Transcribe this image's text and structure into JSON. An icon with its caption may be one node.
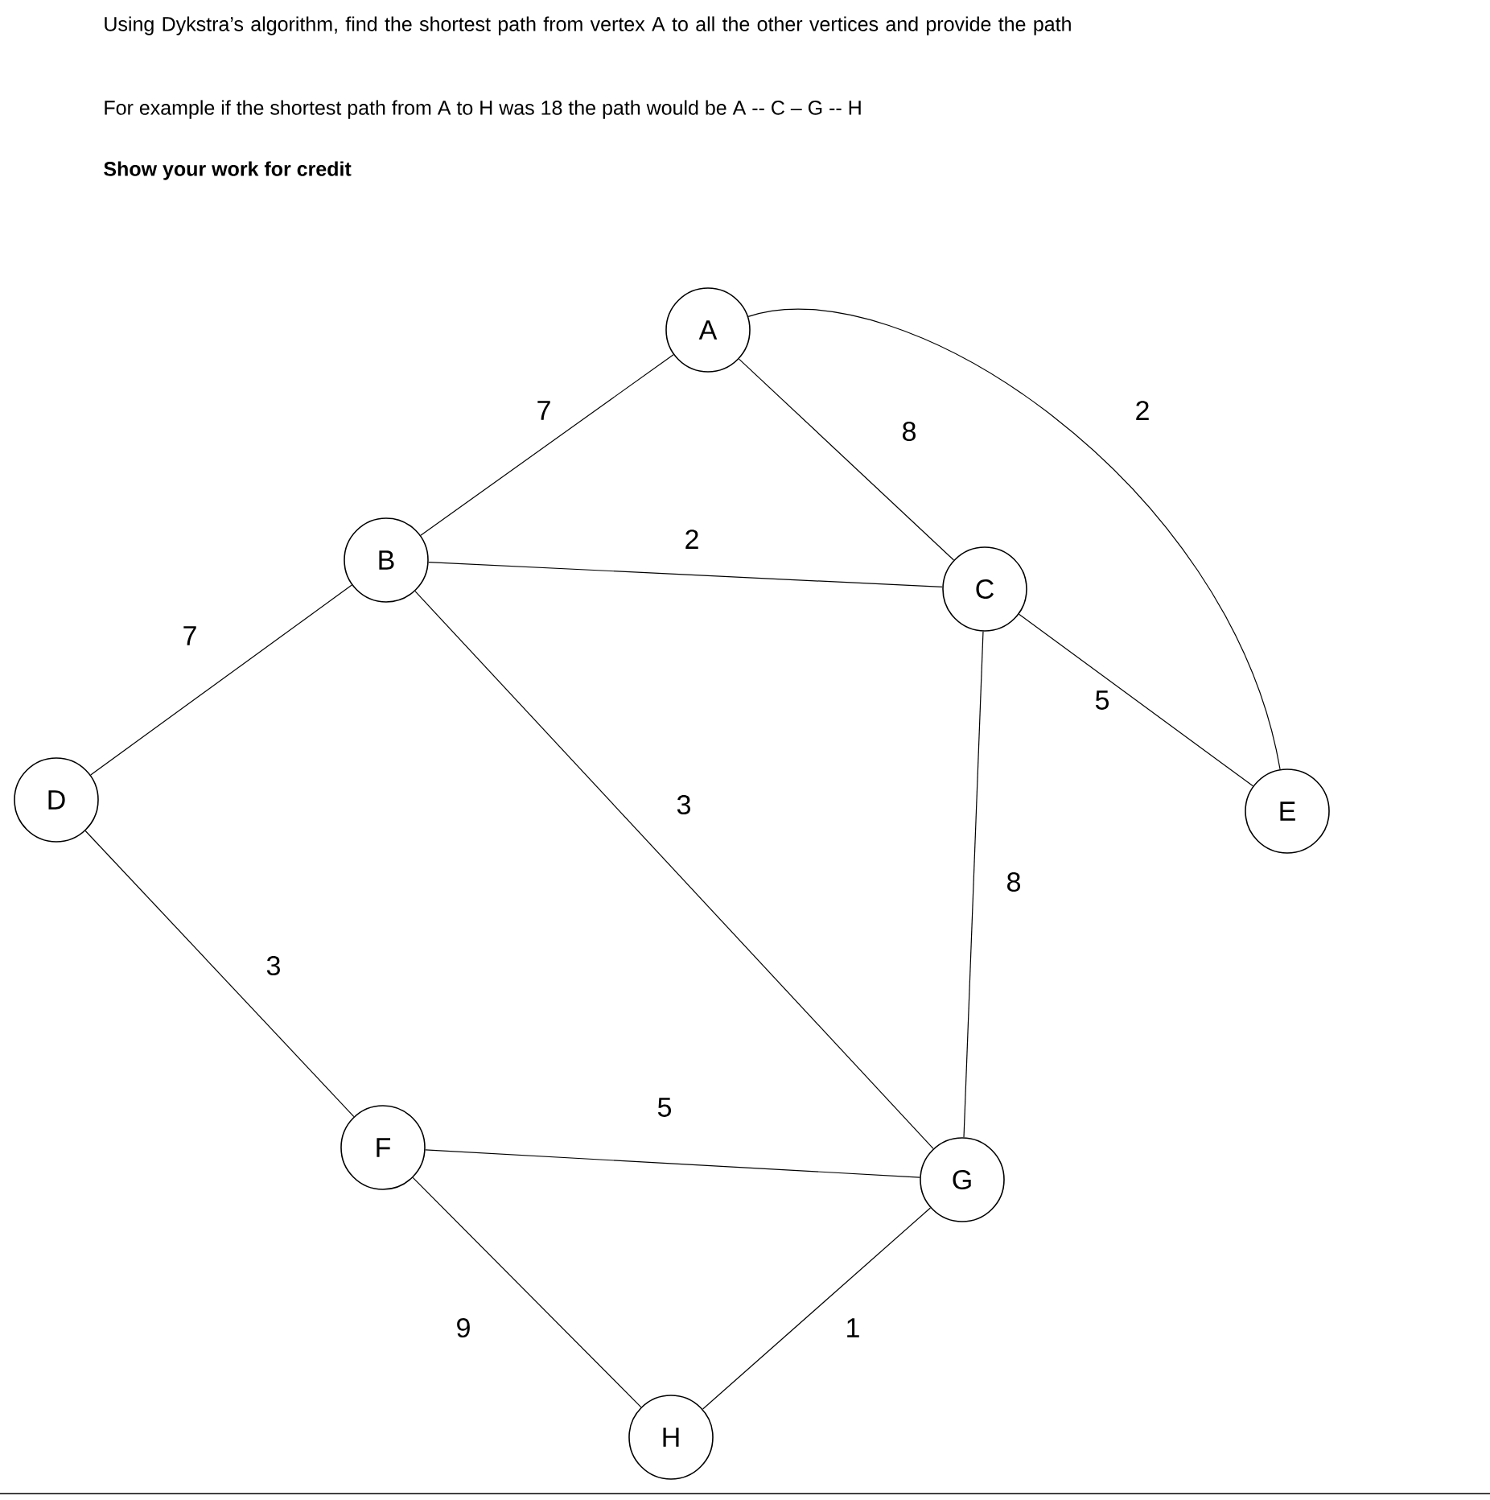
{
  "diagram": {
    "title": "Using Dykstra’s algorithm, find the shortest path from vertex A to all the other vertices and provide the path",
    "nodes": [
      {
        "text": [
          "A"
        ]
      },
      {
        "text": [
          "B"
        ]
      },
      {
        "text": [
          "C"
        ]
      },
      {
        "text": [
          "D"
        ]
      },
      {
        "text": [
          "E"
        ]
      },
      {
        "text": [
          "F"
        ]
      },
      {
        "text": [
          "G"
        ]
      },
      {
        "text": [
          "H"
        ]
      }
    ],
    "edges": [
      {
        "from": 0,
        "to": 1,
        "arrow": "none",
        "label": "7"
      },
      {
        "from": 0,
        "to": 2,
        "arrow": "none",
        "label": "8"
      },
      {
        "from": 0,
        "to": 4,
        "arrow": "none",
        "label": "2"
      },
      {
        "from": 1,
        "to": 2,
        "arrow": "none",
        "label": "2"
      },
      {
        "from": 1,
        "to": 6,
        "arrow": "none",
        "label": "3"
      },
      {
        "from": 2,
        "to": 4,
        "arrow": "none",
        "label": "5"
      },
      {
        "from": 2,
        "to": 6,
        "arrow": "none",
        "label": "8"
      },
      {
        "from": 3,
        "to": 1,
        "arrow": "none",
        "label": "7"
      },
      {
        "from": 3,
        "to": 5,
        "arrow": "none",
        "label": "3"
      },
      {
        "from": 5,
        "to": 6,
        "arrow": "none",
        "label": "5"
      },
      {
        "from": 5,
        "to": 7,
        "arrow": "none",
        "label": "9"
      },
      {
        "from": 7,
        "to": 6,
        "arrow": "none",
        "label": "1"
      }
    ],
    "labels": [
      "For example if the shortest path from A to H was 18 the path would be A -- C – G -- H",
      "Show your work for credit"
    ]
  }
}
